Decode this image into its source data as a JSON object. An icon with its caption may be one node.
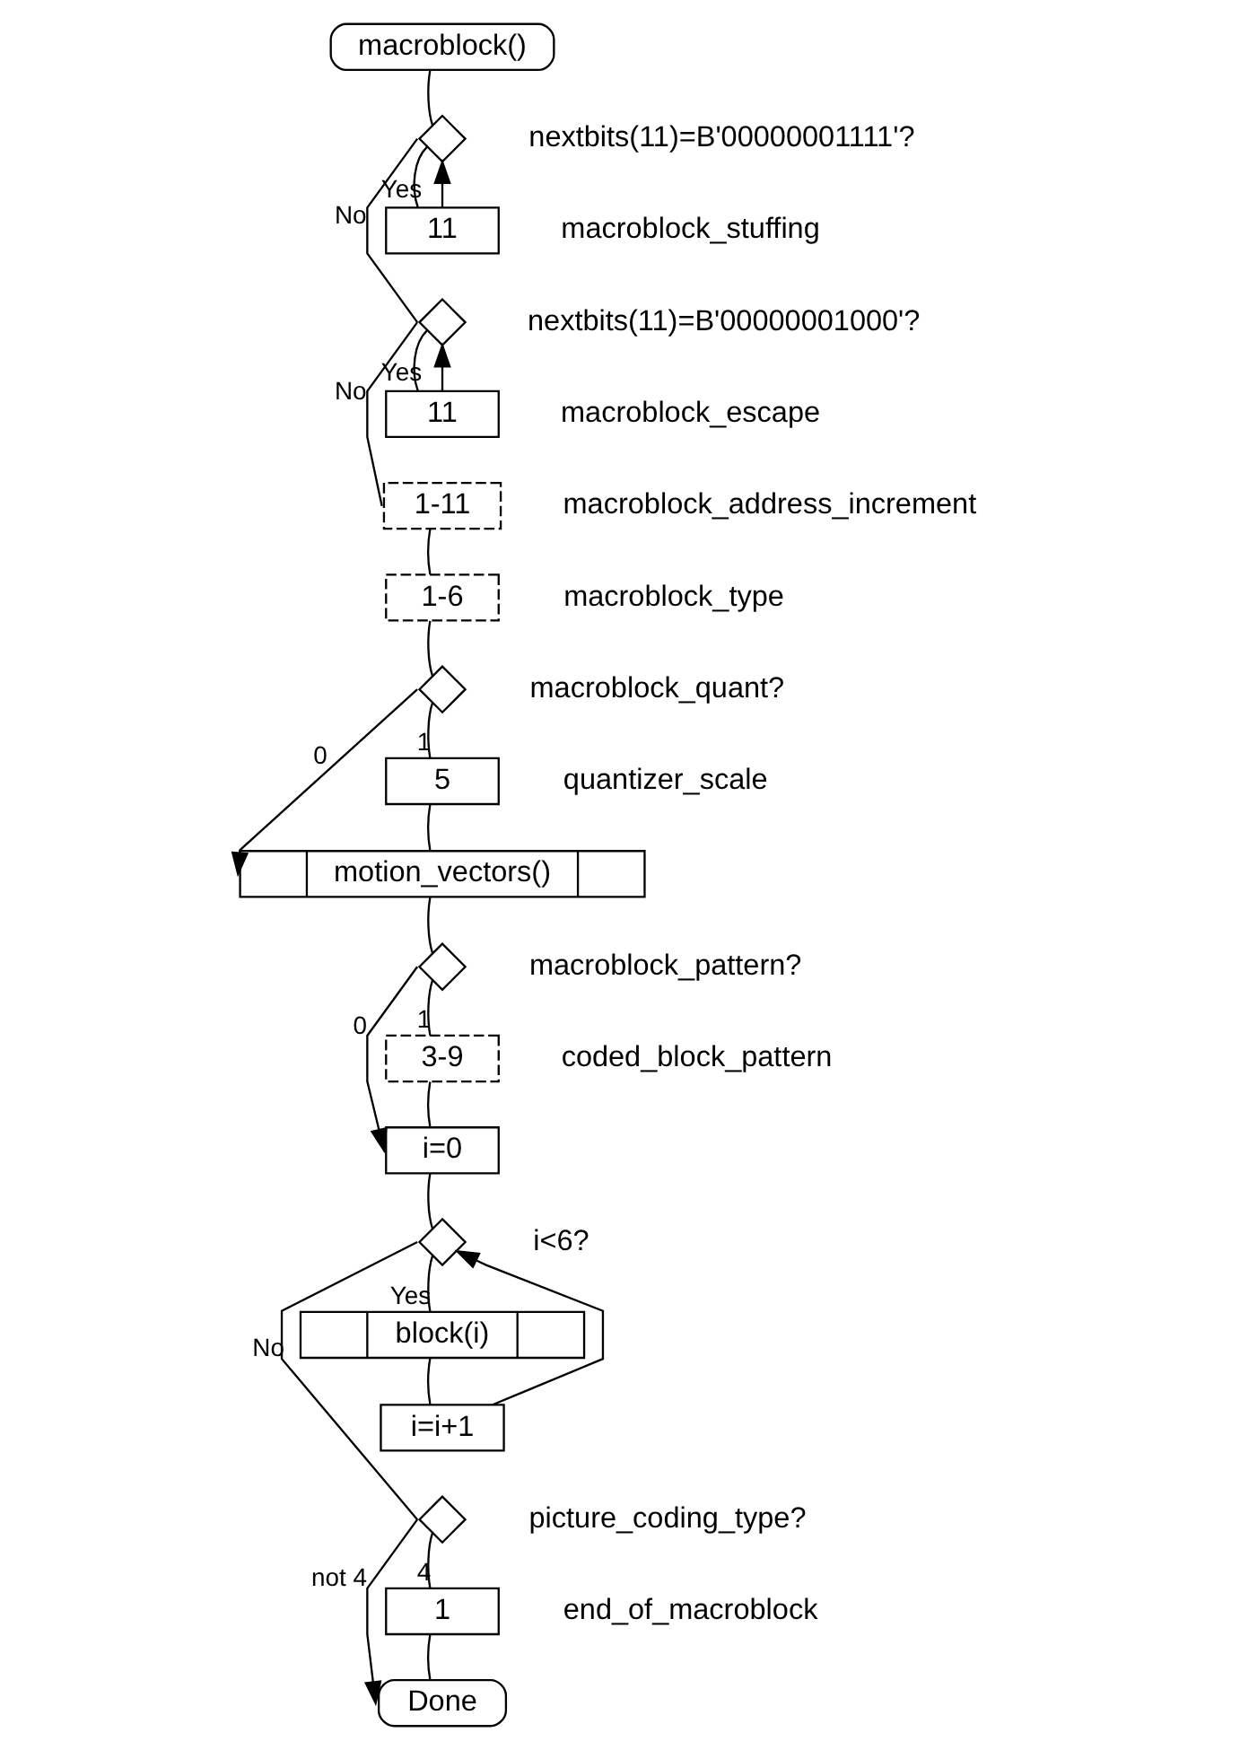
{
  "diagram": {
    "nodes": [
      {
        "text": [
          "macroblock()"
        ]
      },
      {
        "text": [],
        "shape": "diamond",
        "beside": [
          "nextbits(11)=B'00000001111'?"
        ]
      },
      {
        "text": [
          "11"
        ],
        "beside": [
          "macroblock_stuffing"
        ]
      },
      {
        "text": [],
        "shape": "diamond",
        "beside": [
          "nextbits(11)=B'00000001000'?"
        ]
      },
      {
        "text": [
          "11"
        ],
        "beside": [
          "macroblock_escape"
        ]
      },
      {
        "text": [
          "1-11"
        ],
        "beside": [
          "macroblock_address_increment"
        ]
      },
      {
        "text": [
          "1-6"
        ],
        "beside": [
          "macroblock_type"
        ]
      },
      {
        "text": [],
        "shape": "diamond",
        "beside": [
          "macroblock_quant?"
        ]
      },
      {
        "text": [
          "5"
        ],
        "beside": [
          "quantizer_scale"
        ]
      },
      {
        "text": [
          "motion_vectors()"
        ]
      },
      {
        "text": [],
        "shape": "diamond",
        "beside": [
          "macroblock_pattern?"
        ]
      },
      {
        "text": [
          "3-9"
        ],
        "beside": [
          "coded_block_pattern"
        ]
      },
      {
        "text": [
          "i=0"
        ]
      },
      {
        "text": [],
        "shape": "diamond",
        "beside": [
          "i<6?"
        ]
      },
      {
        "text": [
          "block(i)"
        ]
      },
      {
        "text": [
          "i=i+1"
        ]
      },
      {
        "text": [],
        "shape": "diamond",
        "beside": [
          "picture_coding_type?"
        ]
      },
      {
        "text": [
          "1"
        ],
        "beside": [
          "end_of_macroblock"
        ]
      },
      {
        "text": [
          "Done"
        ]
      }
    ],
    "edges": [
      {
        "from": 0,
        "to": 1,
        "arrow": "none"
      },
      {
        "from": 1,
        "to": 2,
        "arrow": "none",
        "label": "Yes"
      },
      {
        "from": 2,
        "to": 1,
        "arrow": "to"
      },
      {
        "from": 1,
        "to": 3,
        "arrow": "none",
        "label": "No"
      },
      {
        "from": 3,
        "to": 4,
        "arrow": "none",
        "label": "Yes"
      },
      {
        "from": 4,
        "to": 3,
        "arrow": "to"
      },
      {
        "from": 3,
        "to": 5,
        "arrow": "none",
        "label": "No"
      },
      {
        "from": 5,
        "to": 6,
        "arrow": "none"
      },
      {
        "from": 6,
        "to": 7,
        "arrow": "none"
      },
      {
        "from": 7,
        "to": 8,
        "arrow": "none",
        "label": "1"
      },
      {
        "from": 7,
        "to": 9,
        "arrow": "to",
        "label": "0"
      },
      {
        "from": 8,
        "to": 9,
        "arrow": "none"
      },
      {
        "from": 9,
        "to": 10,
        "arrow": "none"
      },
      {
        "from": 10,
        "to": 11,
        "arrow": "none",
        "label": "1"
      },
      {
        "from": 10,
        "to": 12,
        "arrow": "to",
        "label": "0"
      },
      {
        "from": 11,
        "to": 12,
        "arrow": "none"
      },
      {
        "from": 12,
        "to": 13,
        "arrow": "none"
      },
      {
        "from": 13,
        "to": 14,
        "arrow": "none",
        "label": "Yes"
      },
      {
        "from": 14,
        "to": 15,
        "arrow": "none"
      },
      {
        "from": 15,
        "to": 13,
        "arrow": "to"
      },
      {
        "from": 13,
        "to": 16,
        "arrow": "none",
        "label": "No"
      },
      {
        "from": 16,
        "to": 17,
        "arrow": "none",
        "label": "4"
      },
      {
        "from": 16,
        "to": 18,
        "arrow": "to",
        "label": "not 4"
      },
      {
        "from": 17,
        "to": 18,
        "arrow": "none"
      }
    ]
  }
}
